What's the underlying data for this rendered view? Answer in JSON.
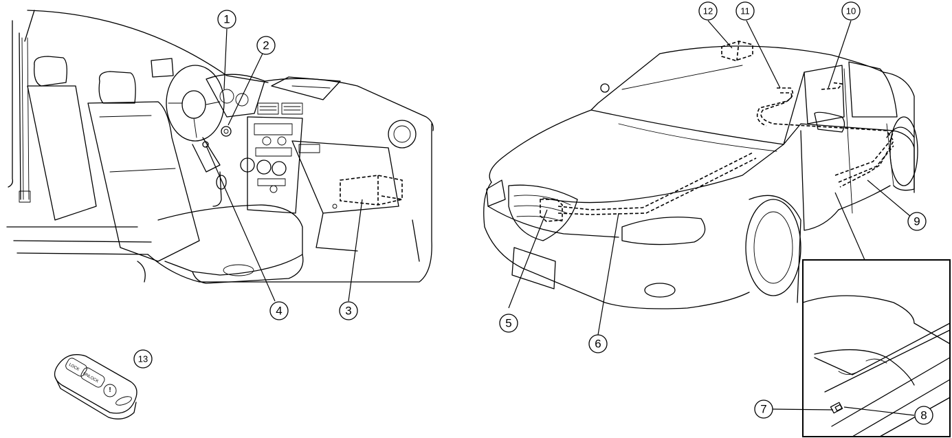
{
  "callouts": {
    "c1": "1",
    "c2": "2",
    "c3": "3",
    "c4": "4",
    "c5": "5",
    "c6": "6",
    "c7": "7",
    "c8": "8",
    "c9": "9",
    "c10": "10",
    "c11": "11",
    "c12": "12",
    "c13": "13"
  },
  "key_fob": {
    "lock_label": "LOCK",
    "unlock_label": "UNLOCK",
    "panic_label": "!"
  }
}
